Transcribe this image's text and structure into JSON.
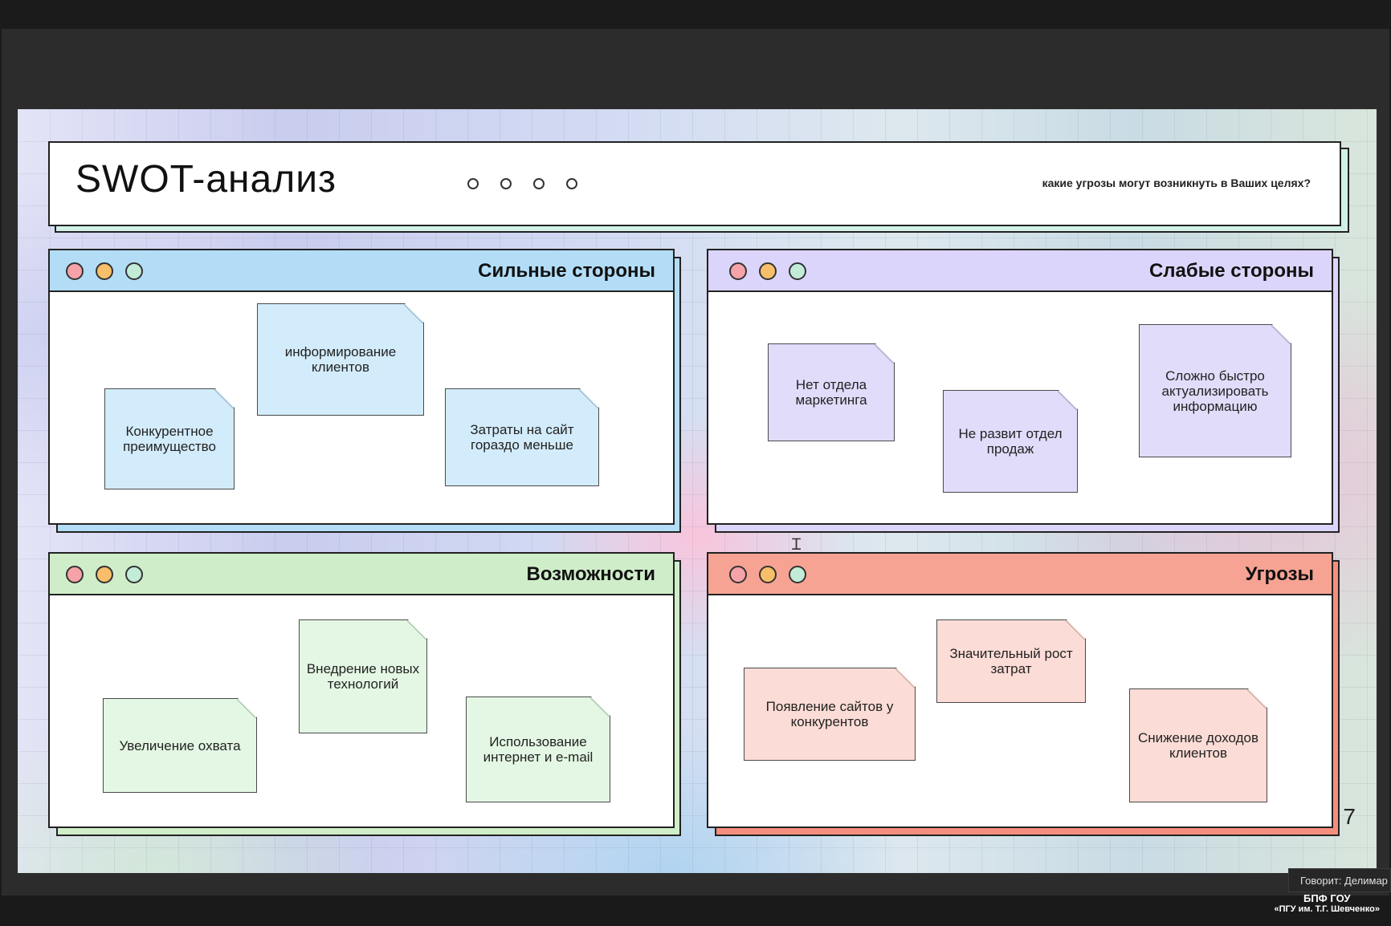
{
  "slide": {
    "title": "SWOT-анализ",
    "hint": "какие угрозы могут возникнуть в Ваших целях?",
    "page_number": "7"
  },
  "panels": {
    "strengths": {
      "title": "Сильные стороны",
      "colors": {
        "header": "#b3ddf7",
        "note": "#d3ecfb",
        "shadow": "#b3ddf7"
      },
      "notes": [
        "информирование клиентов",
        "Конкурентное преимущество",
        "Затраты на сайт гораздо меньше"
      ]
    },
    "weaknesses": {
      "title": "Слабые стороны",
      "colors": {
        "header": "#dcd5fb",
        "note": "#e0dcfa",
        "shadow": "#dcd5fb"
      },
      "notes": [
        "Нет отдела маркетинга",
        "Не развит отдел продаж",
        "Сложно быстро актуализировать информацию"
      ]
    },
    "opportunities": {
      "title": "Возможности",
      "colors": {
        "header": "#cfedc9",
        "note": "#e4f7e4",
        "shadow": "#cfedc9"
      },
      "notes": [
        "Внедрение новых технологий",
        "Увеличение охвата",
        "Использование интернет и e-mail"
      ]
    },
    "threats": {
      "title": "Угрозы",
      "colors": {
        "header": "#f7a393",
        "note": "#fcdcd6",
        "shadow": "#f58f7d"
      },
      "notes": [
        "Значительный рост затрат",
        "Появление сайтов у конкурентов",
        "Снижение доходов клиентов"
      ]
    }
  },
  "window_controls": {
    "red": "#f5a3a8",
    "yellow": "#f7bf6a",
    "green": "#c2ecd8"
  },
  "overlay": {
    "speaker": "Говорит: Делимар",
    "watermark_line1": "БПФ ГОУ",
    "watermark_line2": "«ПГУ им. Т.Г. Шевченко»"
  }
}
